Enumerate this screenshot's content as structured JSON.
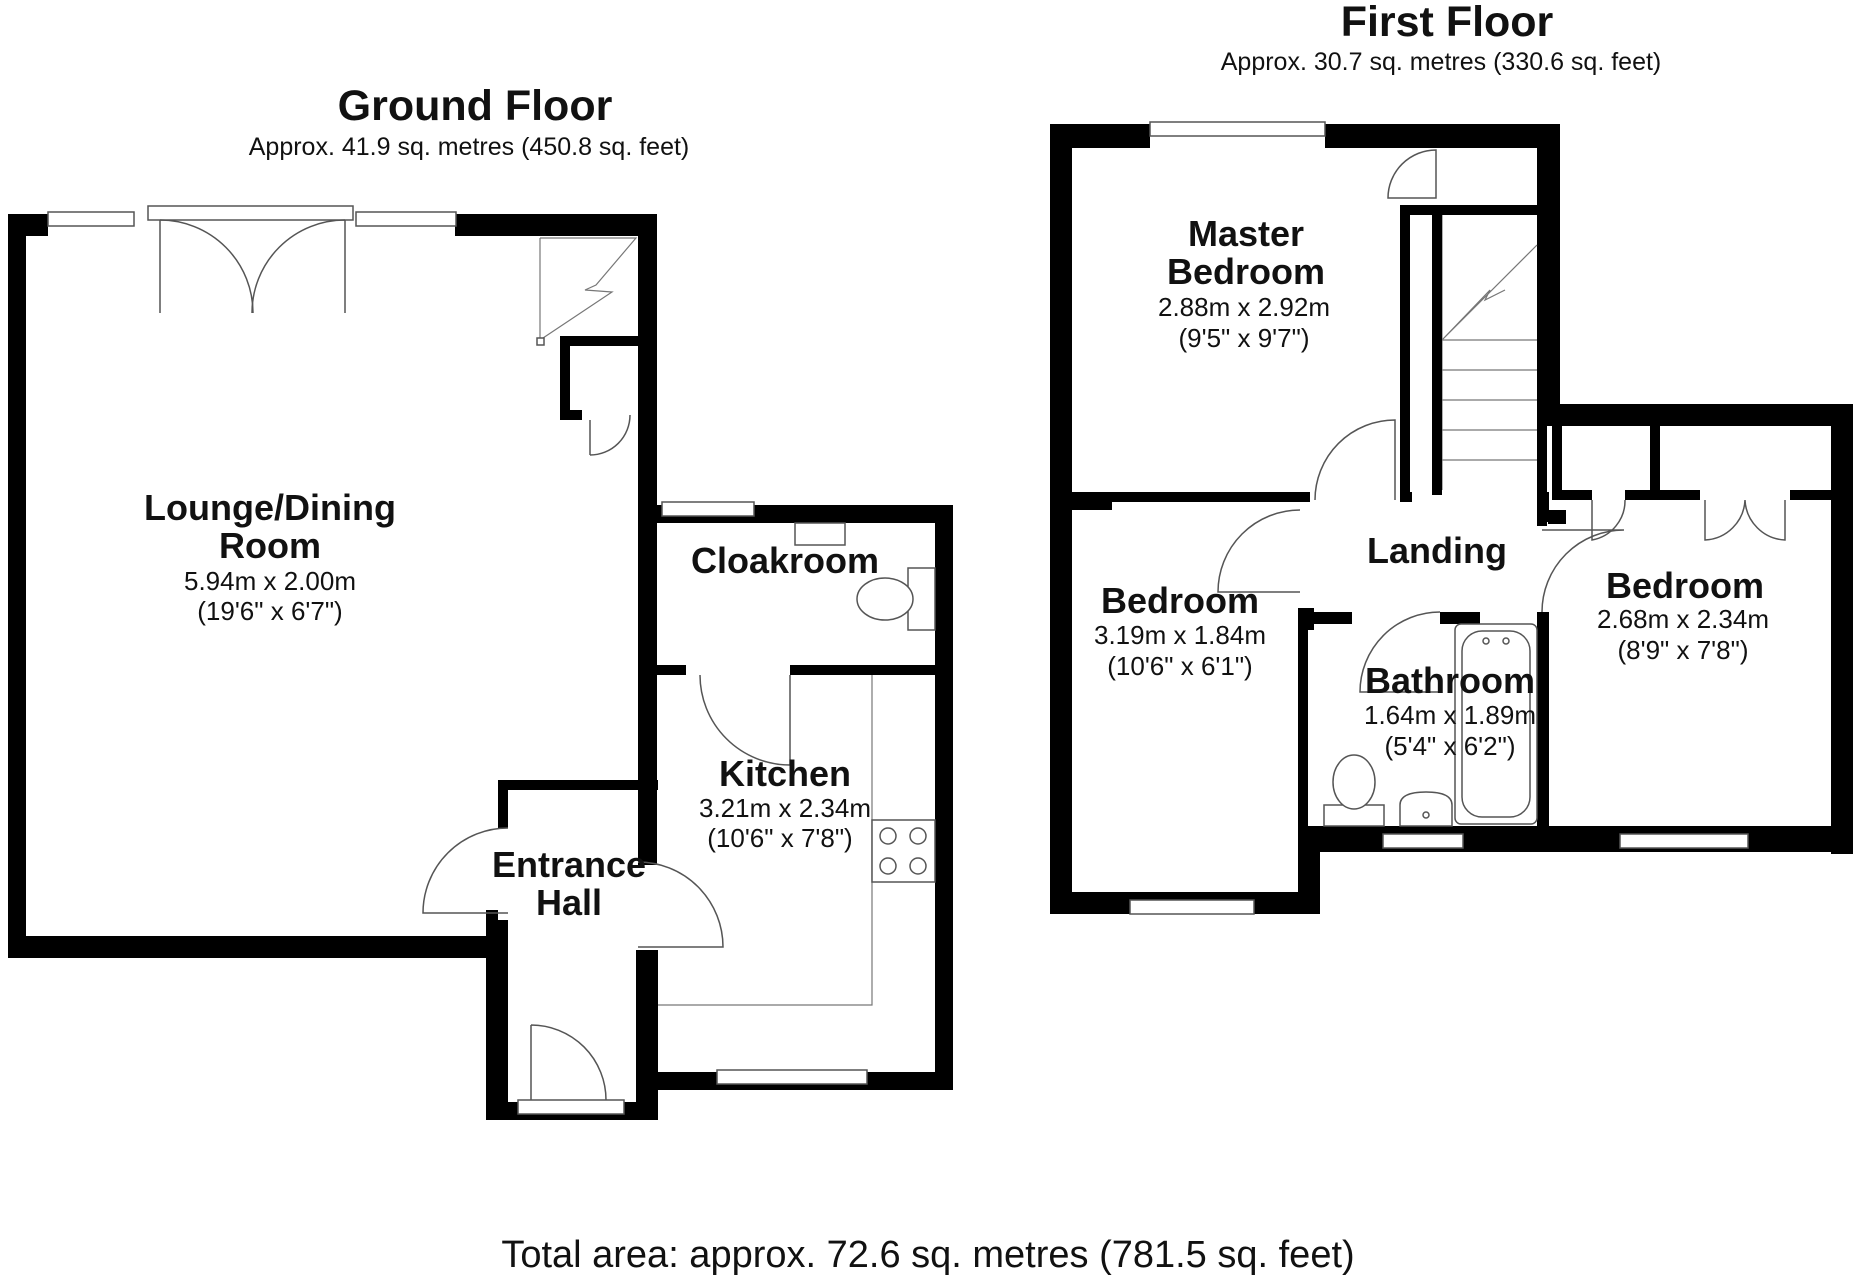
{
  "ground_floor": {
    "title": "Ground Floor",
    "area": "Approx. 41.9 sq. metres (450.8 sq. feet)",
    "rooms": {
      "lounge": {
        "name_line1": "Lounge/Dining",
        "name_line2": "Room",
        "metric": "5.94m x 2.00m",
        "imperial": "(19'6\" x 6'7\")"
      },
      "cloakroom": {
        "name": "Cloakroom"
      },
      "kitchen": {
        "name": "Kitchen",
        "metric": "3.21m x 2.34m",
        "imperial": "(10'6\" x 7'8\")"
      },
      "entrance_hall": {
        "name_line1": "Entrance",
        "name_line2": "Hall"
      }
    }
  },
  "first_floor": {
    "title": "First Floor",
    "area": "Approx. 30.7 sq. metres (330.6 sq. feet)",
    "rooms": {
      "master_bedroom": {
        "name_line1": "Master",
        "name_line2": "Bedroom",
        "metric": "2.88m x 2.92m",
        "imperial": "(9'5\" x 9'7\")"
      },
      "landing": {
        "name": "Landing"
      },
      "bedroom_left": {
        "name": "Bedroom",
        "metric": "3.19m x 1.84m",
        "imperial": "(10'6\" x 6'1\")"
      },
      "bathroom": {
        "name": "Bathroom",
        "metric": "1.64m x 1.89m",
        "imperial": "(5'4\" x 6'2\")"
      },
      "bedroom_right": {
        "name": "Bedroom",
        "metric": "2.68m x 2.34m",
        "imperial": "(8'9\" x 7'8\")"
      }
    }
  },
  "total_area": "Total area: approx. 72.6 sq. metres (781.5 sq. feet)"
}
